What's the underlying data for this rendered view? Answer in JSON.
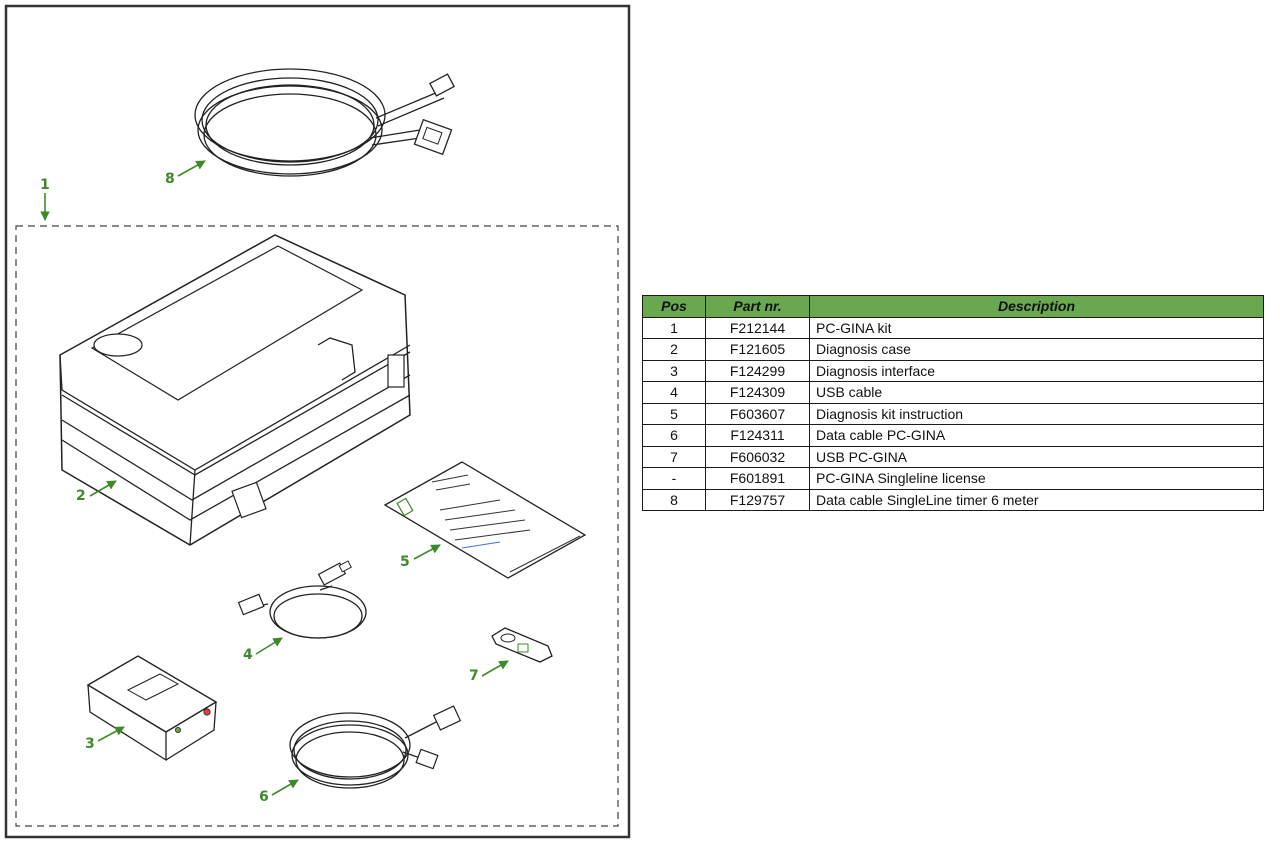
{
  "callouts": [
    "1",
    "2",
    "3",
    "4",
    "5",
    "6",
    "7",
    "8"
  ],
  "table": {
    "headers": [
      "Pos",
      "Part nr.",
      "Description"
    ],
    "rows": [
      [
        "1",
        "F212144",
        "PC-GINA kit"
      ],
      [
        "2",
        "F121605",
        "Diagnosis case"
      ],
      [
        "3",
        "F124299",
        "Diagnosis interface"
      ],
      [
        "4",
        "F124309",
        "USB cable"
      ],
      [
        "5",
        "F603607",
        "Diagnosis kit instruction"
      ],
      [
        "6",
        "F124311",
        "Data cable PC-GINA"
      ],
      [
        "7",
        "F606032",
        "USB PC-GINA"
      ],
      [
        "-",
        "F601891",
        "PC-GINA Singleline license"
      ],
      [
        "8",
        "F129757",
        "Data cable SingleLine timer 6 meter"
      ]
    ]
  },
  "colors": {
    "header_bg": "#6aa84f",
    "callout": "#3e8a2b",
    "frame": "#333333"
  }
}
